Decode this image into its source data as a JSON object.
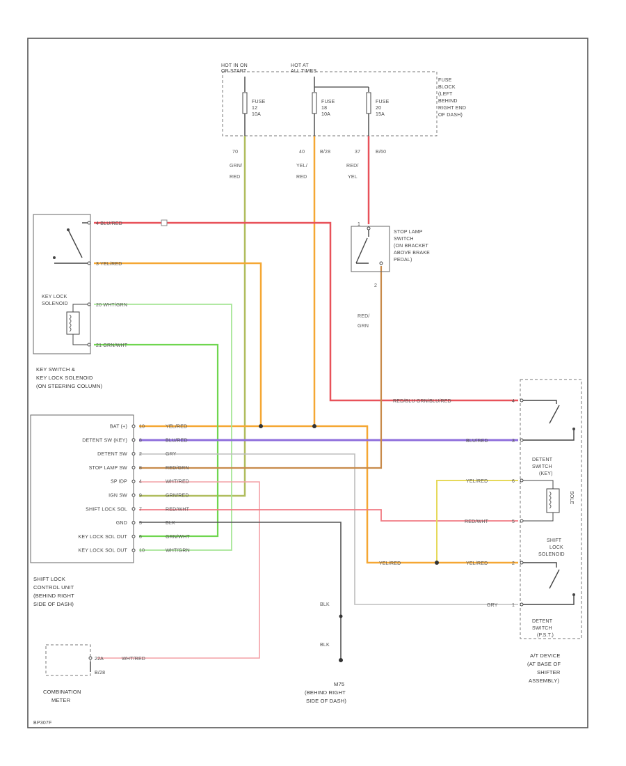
{
  "fuse_block": {
    "hot_on_start": [
      "HOT IN ON",
      "OR START"
    ],
    "hot_all_times": [
      "HOT AT",
      "ALL TIMES"
    ],
    "location": [
      "FUSE",
      "BLOCK",
      "(LEFT",
      "BEHIND",
      "RIGHT END",
      "OF DASH)"
    ],
    "fuse1": [
      "FUSE",
      "12",
      "10A"
    ],
    "fuse2": [
      "FUSE",
      "18",
      "10A"
    ],
    "fuse3": [
      "FUSE",
      "20",
      "15A"
    ],
    "w1": [
      "70",
      "GRN/",
      "RED"
    ],
    "w2": [
      "40",
      "YEL/",
      "RED"
    ],
    "w2_tag": "B/28",
    "w3": [
      "37",
      "RED/",
      "YEL"
    ],
    "w3_tag": "B/60"
  },
  "key_switch": {
    "w_pin_a": "4  BLU/RED",
    "w_pin_b": "3  YEL/RED",
    "w_pin_c": "20  WHT/GRN",
    "w_pin_d": "21  GRN/WHT",
    "solenoid": [
      "KEY LOCK",
      "SOLENOID"
    ],
    "name": [
      "KEY SWITCH &",
      "KEY LOCK SOLENOID",
      "(ON STEERING COLUMN)"
    ]
  },
  "stop_lamp": {
    "name": [
      "STOP LAMP",
      "SWITCH",
      "(ON BRACKET",
      "ABOVE BRAKE",
      "PEDAL)"
    ],
    "w_out": [
      "RED/",
      "GRN"
    ],
    "pin_top": "1",
    "pin_bot": "2"
  },
  "control_unit": {
    "pins": [
      {
        "label": "BAT (+)",
        "num": "10",
        "wire": "YEL/RED"
      },
      {
        "label": "DETENT SW (KEY)",
        "num": "8",
        "wire": "BLU/RED"
      },
      {
        "label": "DETENT SW",
        "num": "2",
        "wire": "GRY"
      },
      {
        "label": "STOP LAMP SW",
        "num": "8",
        "wire": "RED/GRN"
      },
      {
        "label": "SP IDP",
        "num": "4",
        "wire": "WHT/RED"
      },
      {
        "label": "IGN SW",
        "num": "9",
        "wire": "GRN/RED"
      },
      {
        "label": "SHIFT LOCK SOL",
        "num": "7",
        "wire": "RED/WHT"
      },
      {
        "label": "GND",
        "num": "3",
        "wire": "BLK"
      },
      {
        "label": "KEY LOCK SOL OUT",
        "num": "6",
        "wire": "GRN/WHT"
      },
      {
        "label": "KEY LOCK SOL OUT",
        "num": "10",
        "wire": "WHT/GRN"
      }
    ],
    "name": [
      "SHIFT LOCK",
      "CONTROL UNIT",
      "(BEHIND RIGHT",
      "SIDE OF DASH)"
    ]
  },
  "right_side": {
    "w_top": "RED/BLU    GRN/BLU/RED",
    "w_top_pin": "4",
    "w_blu": "BLU/RED",
    "w_blu_pin": "3",
    "detent_top": [
      "DETENT",
      "SWITCH",
      "(KEY)"
    ],
    "w_yel1": "YEL/RED",
    "w_yel1_pin": "6",
    "w_redwht": "RED/WHT",
    "w_redwht_pin": "5",
    "shift_sol": [
      "SHIFT",
      "LOCK",
      "SOLENOID"
    ],
    "solenoid_txt": "SOLE",
    "w_yel_mid": "YEL/RED",
    "w_yel2": "YEL/RED",
    "w_yel2_pin": "2",
    "w_gry": "GRY",
    "w_gry_pin": "1",
    "detent_bot": [
      "DETENT",
      "SWITCH",
      "(P.S.T.)"
    ],
    "device": [
      "A/T DEVICE",
      "(AT BASE OF",
      "SHIFTER",
      "ASSEMBLY)"
    ]
  },
  "ground": {
    "w1": "BLK",
    "w2": "BLK",
    "name": [
      "M75",
      "(BEHIND RIGHT",
      "SIDE OF DASH)"
    ]
  },
  "meter": {
    "pin1": "22A",
    "pin2": "B/28",
    "wire": "WHT/RED",
    "name": [
      "COMBINATION",
      "METER"
    ]
  },
  "diagram_id": "BP307F",
  "colors": {
    "red": "#e8525a",
    "orange": "#f5a733",
    "yellow": "#dede7a",
    "green": "#6fd64f",
    "lightgreen": "#9fe38a",
    "purple": "#8f6fdc",
    "gray": "#b8b8b8",
    "pink": "#f4a0a6",
    "brown": "#c88a4a",
    "olive": "#9aa84a",
    "black": "#444444"
  }
}
